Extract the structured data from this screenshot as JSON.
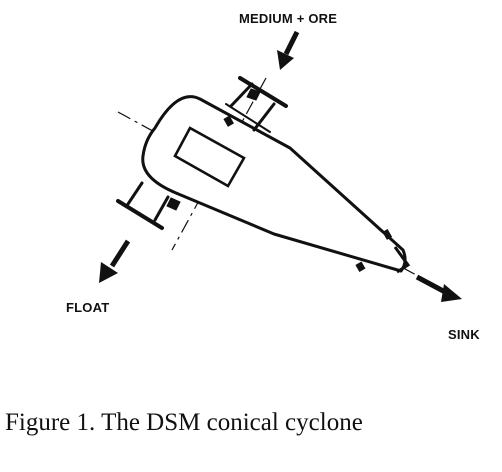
{
  "labels": {
    "inlet": "MEDIUM + ORE",
    "overflow": "FLOAT",
    "underflow": "SINK"
  },
  "caption": "Figure 1.  The DSM conical cyclone",
  "colors": {
    "ink": "#111111",
    "background": "#ffffff"
  }
}
